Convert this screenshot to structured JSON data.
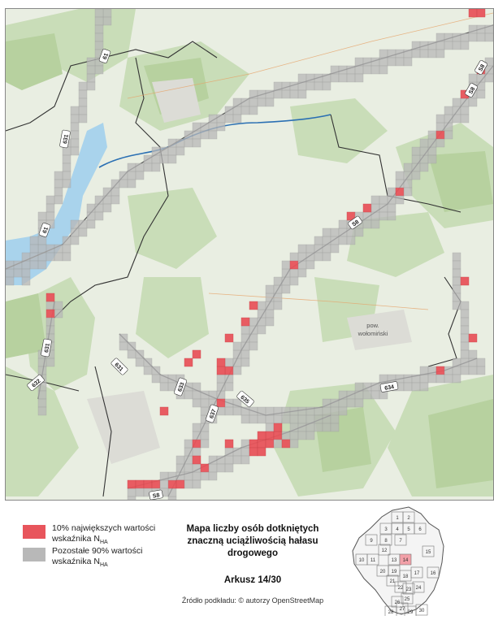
{
  "map": {
    "area_label_line1": "pow.",
    "area_label_line2": "wołomiński",
    "road_labels": [
      "61",
      "S8",
      "S8",
      "S8",
      "631",
      "631",
      "631",
      "632",
      "633",
      "634",
      "635",
      "637",
      "61",
      "S8"
    ]
  },
  "legend": {
    "item1": {
      "text": "10% największych wartości wskaźnika N",
      "sub": "HA",
      "color": "#e8555c"
    },
    "item2": {
      "text": "Pozostałe 90% wartości wskaźnika N",
      "sub": "HA",
      "color": "#b8b8b8"
    }
  },
  "title_line1": "Mapa liczby osób dotkniętych",
  "title_line2": "znaczną uciążliwością hałasu",
  "title_line3": "drogowego",
  "sheet_label": "Arkusz 14/30",
  "source_label": "Źródło podkładu: © autorzy OpenStreetMap",
  "inset": {
    "highlight_sheet": "14",
    "sheet_numbers": [
      "1",
      "2",
      "3",
      "4",
      "5",
      "6",
      "7",
      "8",
      "9",
      "10",
      "11",
      "12",
      "13",
      "14",
      "15",
      "16",
      "17",
      "18",
      "19",
      "20",
      "21",
      "22",
      "23",
      "24",
      "25",
      "26",
      "27",
      "28",
      "29",
      "30"
    ],
    "highlight_color": "#f2a0a8"
  }
}
